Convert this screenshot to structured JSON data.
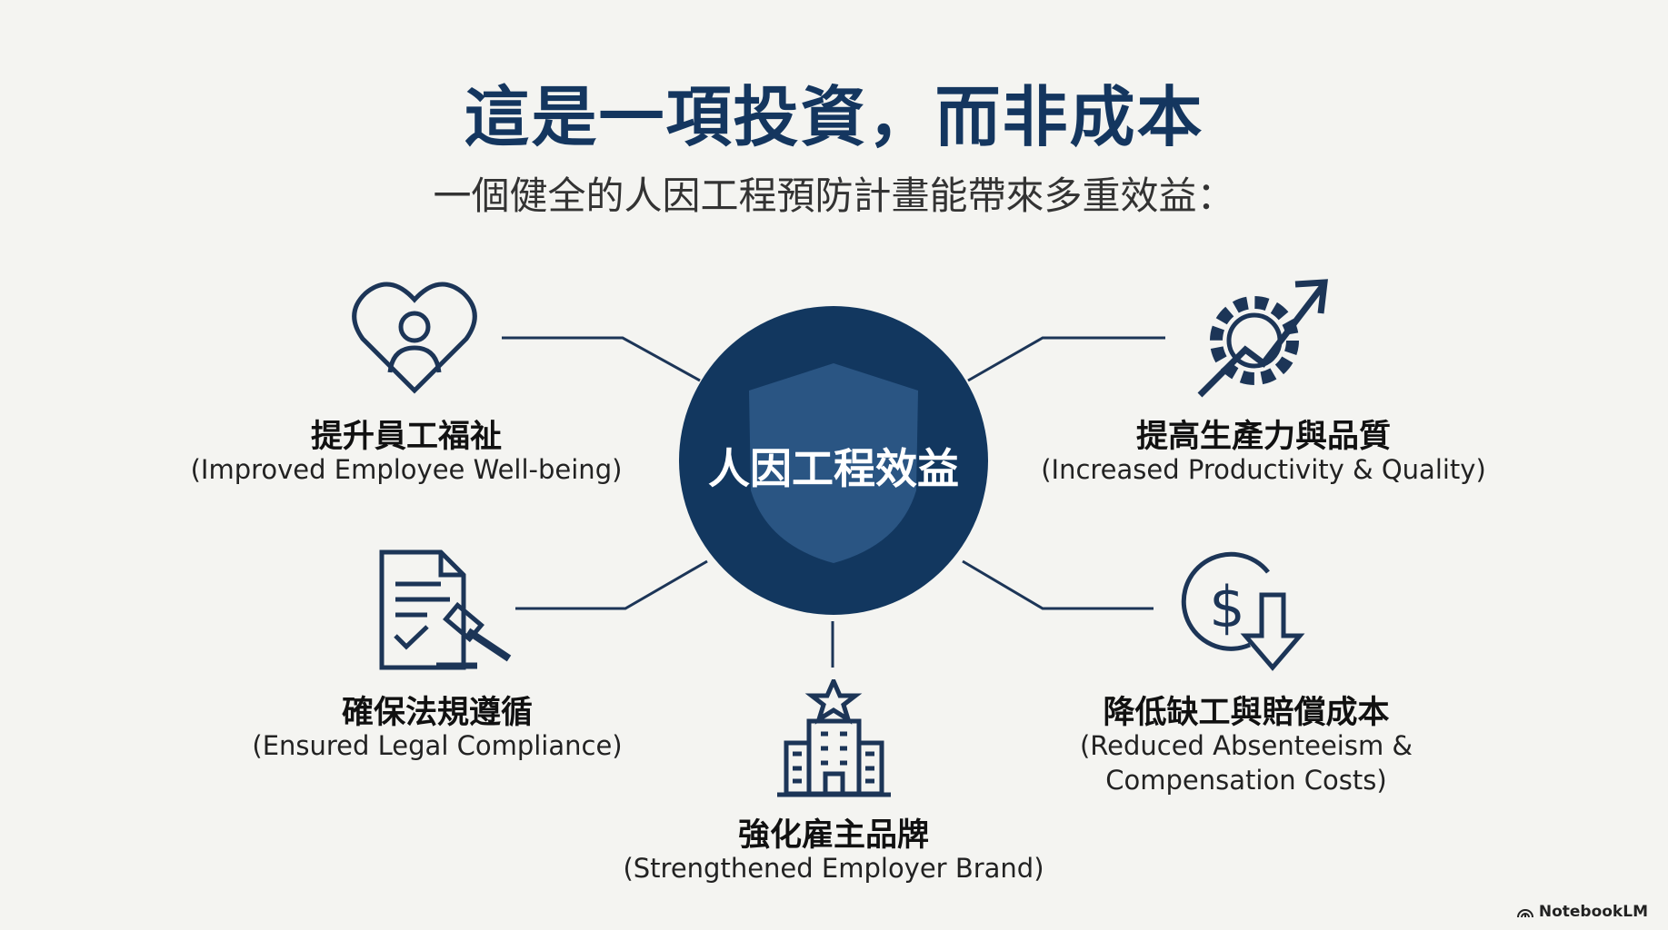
{
  "title": "這是一項投資，而非成本",
  "subtitle": "一個健全的人因工程預防計畫能帶來多重效益：",
  "hub": {
    "label": "人因工程效益",
    "color": "#12375f"
  },
  "benefits": [
    {
      "zh": "提升員工福祉",
      "en": "(Improved Employee Well-being)",
      "icon": "heart-person-icon"
    },
    {
      "zh": "提高生產力與品質",
      "en": "(Increased Productivity & Quality)",
      "icon": "gear-trend-arrow-icon"
    },
    {
      "zh": "確保法規遵循",
      "en": "(Ensured Legal Compliance)",
      "icon": "document-gavel-icon"
    },
    {
      "zh": "降低缺工與賠償成本",
      "en": "(Reduced Absenteeism &",
      "en2": "Compensation Costs)",
      "icon": "dollar-down-arrow-icon"
    },
    {
      "zh": "強化雇主品牌",
      "en": "(Strengthened Employer Brand)",
      "icon": "building-star-icon"
    }
  ],
  "brand": "NotebookLM"
}
